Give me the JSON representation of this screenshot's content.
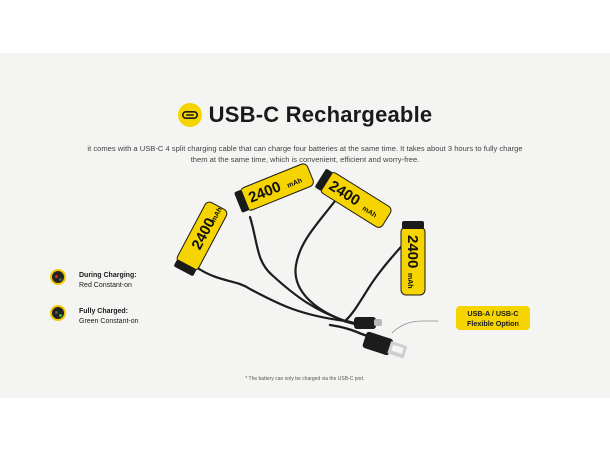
{
  "title": "USB-C Rechargeable",
  "subtitle": "it comes with a USB-C 4 split charging cable that can charge four batteries at the same time. It takes about 3 hours to fully charge them at the same time, which is convenient, efficient and worry-free.",
  "battery_label": "2400",
  "battery_unit": "mAh",
  "indicators": {
    "charging_title": "During Charging:",
    "charging_desc": "Red Constant-on",
    "charged_title": "Fully Charged:",
    "charged_desc": "Green Constant-on"
  },
  "usb_tag": {
    "line1": "USB-A / USB-C",
    "line2": "Flexible Option"
  },
  "footnote": "* The battery can only be charged via the USB-C port.",
  "colors": {
    "accent_yellow": "#f5d400",
    "red_led": "#e02020",
    "green_led": "#30c040",
    "cable": "#1c1c1c"
  },
  "icons": {
    "title_badge": "usb-c-port-icon",
    "charging": "red-led-icon",
    "charged": "green-led-icon"
  }
}
